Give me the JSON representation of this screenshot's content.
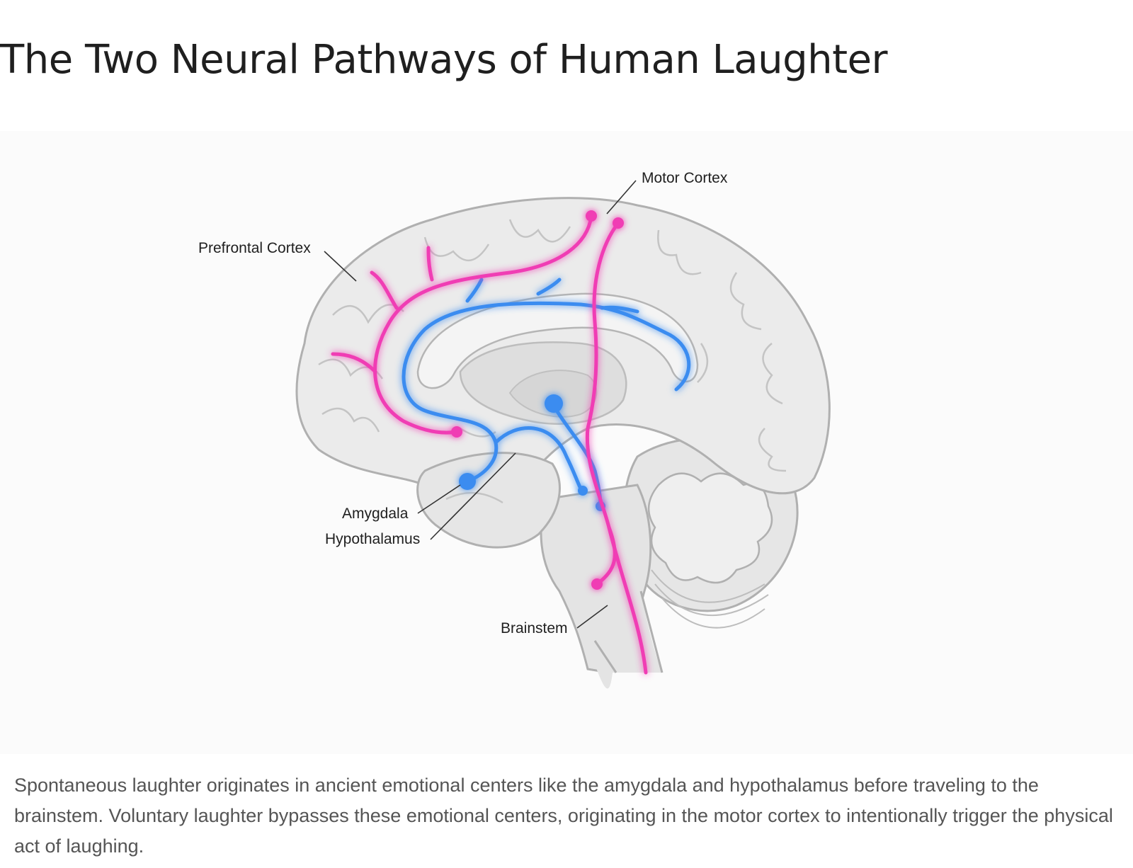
{
  "title": "The Two Neural Pathways of Human Laughter",
  "diagram": {
    "labels": {
      "motor_cortex": "Motor Cortex",
      "prefrontal_cortex": "Prefrontal Cortex",
      "amygdala": "Amygdala",
      "hypothalamus": "Hypothalamus",
      "brainstem": "Brainstem"
    },
    "colors": {
      "voluntary_pathway": "#f03cb4",
      "spontaneous_pathway": "#3a8cf0",
      "brain_fill": "#ececec",
      "brain_outline": "#b5b5b5"
    }
  },
  "caption": "Spontaneous laughter originates in ancient emotional centers like the amygdala and hypothalamus before traveling to the brainstem. Voluntary laughter bypasses these emotional centers, originating in the motor cortex to intentionally trigger the physical act of laughing."
}
